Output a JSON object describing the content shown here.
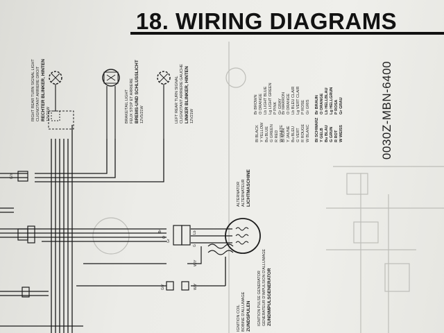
{
  "title": "18. WIRING DIAGRAMS",
  "part_number": "0030Z-MBN-6400",
  "components": {
    "right_rear_turn": [
      "RIGHT REAR TURN SIGNAL LIGHT",
      "CLIGNOTANT ARRIERE DROIT",
      "RECHTER BLINKER, HINTEN",
      "12V21W"
    ],
    "brake_tail": [
      "BRAKE/TAIL LIGHT",
      "FEUX STOP ET ARRIERE",
      "BREMS-UND SCHLUSSLICHT",
      "12V5/21W"
    ],
    "left_rear_turn": [
      "LEFT REAR TURN SIGNAL",
      "CLIGNOTANT ARRIERE GAUCHE",
      "LINKER BLINKER, HINTEN",
      "12V21W"
    ],
    "alternator": [
      "ALTERNATOR",
      "ALTERNATEUR",
      "LICHTMASCHINE"
    ],
    "ignition_pulse": [
      "IGNITION PULSE GENERATOR",
      "GENERATEUR D'IMPULSION D'ALLUMAGE",
      "ZUNDIMPULSGENERATOR"
    ],
    "ignition_coil": [
      "IGNITION COIL",
      "BOBINE D'ALLUMAGE",
      "ZUNDSPULEN"
    ]
  },
  "color_codes": {
    "english": [
      [
        "Bl",
        "BLACK"
      ],
      [
        "Y",
        "YELLOW"
      ],
      [
        "Bu",
        "BLUE"
      ],
      [
        "G",
        "GREEN"
      ],
      [
        "R",
        "RED"
      ],
      [
        "W",
        "WHITE"
      ],
      [
        "Br",
        "BROWN"
      ],
      [
        "O",
        "ORANGE"
      ],
      [
        "Lb",
        "LIGHT BLUE"
      ],
      [
        "Lg",
        "LIGHT GREEN"
      ],
      [
        "P",
        "PINK"
      ],
      [
        "Gr",
        "GRAY"
      ]
    ],
    "french": [
      [
        "Bl",
        "NOIR"
      ],
      [
        "Y",
        "JAUNE"
      ],
      [
        "Bu",
        "BLEU"
      ],
      [
        "G",
        "VERT"
      ],
      [
        "R",
        "ROUGE"
      ],
      [
        "W",
        "BLANC"
      ],
      [
        "Br",
        "MARRON"
      ],
      [
        "O",
        "ORANGE"
      ],
      [
        "Lb",
        "BLEU CLAIR"
      ],
      [
        "Lg",
        "VERT CLAIR"
      ],
      [
        "P",
        "ROSE"
      ],
      [
        "Gr",
        "GRIS"
      ]
    ],
    "german": [
      [
        "Bl",
        "SCHWARZ"
      ],
      [
        "Y",
        "GELB"
      ],
      [
        "Bu",
        "BLAU"
      ],
      [
        "G",
        "GRUN"
      ],
      [
        "R",
        "ROT"
      ],
      [
        "W",
        "WEISS"
      ],
      [
        "Br",
        "BRAUN"
      ],
      [
        "O",
        "ORANGE"
      ],
      [
        "Lb",
        "HELLBLAU"
      ],
      [
        "Lg",
        "HELLGRUN"
      ],
      [
        "P",
        "ROSA"
      ],
      [
        "Gr",
        "GRAU"
      ]
    ]
  },
  "wire_labels": [
    "G/Y",
    "Br",
    "O",
    "Gr",
    "Lb",
    "G",
    "G/Y",
    "W/Y",
    "W/Y"
  ],
  "colors": {
    "ink": "#111111",
    "paper": "#ecece8",
    "faint": "#b5b5b0"
  }
}
